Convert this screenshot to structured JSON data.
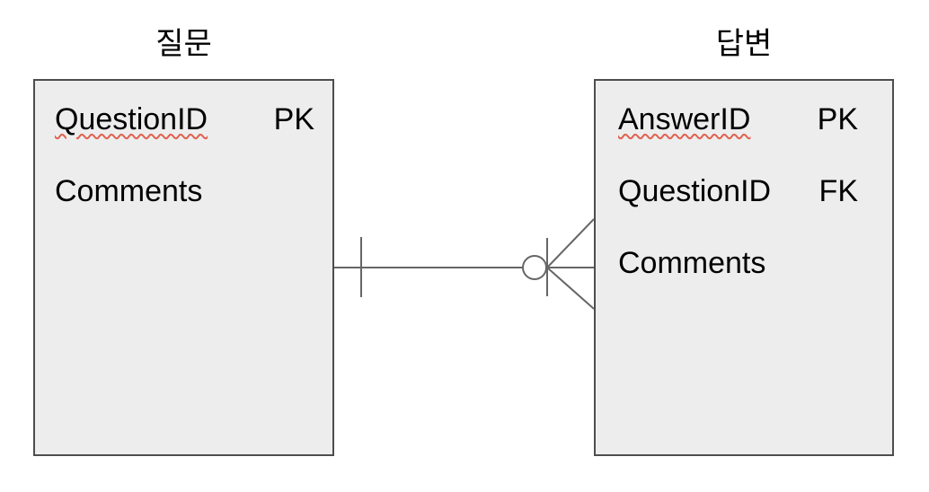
{
  "diagram": {
    "entities": [
      {
        "title": "질문",
        "fields": [
          {
            "name": "QuestionID",
            "key": "PK"
          },
          {
            "name": "Comments",
            "key": ""
          }
        ]
      },
      {
        "title": "답변",
        "fields": [
          {
            "name": "AnswerID",
            "key": "PK"
          },
          {
            "name": "QuestionID",
            "key": "FK"
          },
          {
            "name": "Comments",
            "key": ""
          }
        ]
      }
    ],
    "relationship": {
      "notation": "crow-foot",
      "from": {
        "entity": "질문",
        "cardinality": "one"
      },
      "to": {
        "entity": "답변",
        "cardinality": "zero-or-many"
      }
    },
    "colors": {
      "background": "#ffffff",
      "entity_fill": "#ededed",
      "entity_border": "#4d4d4d",
      "connector": "#666666",
      "text": "#000000",
      "spellcheck_underline": "#e0614f"
    }
  }
}
